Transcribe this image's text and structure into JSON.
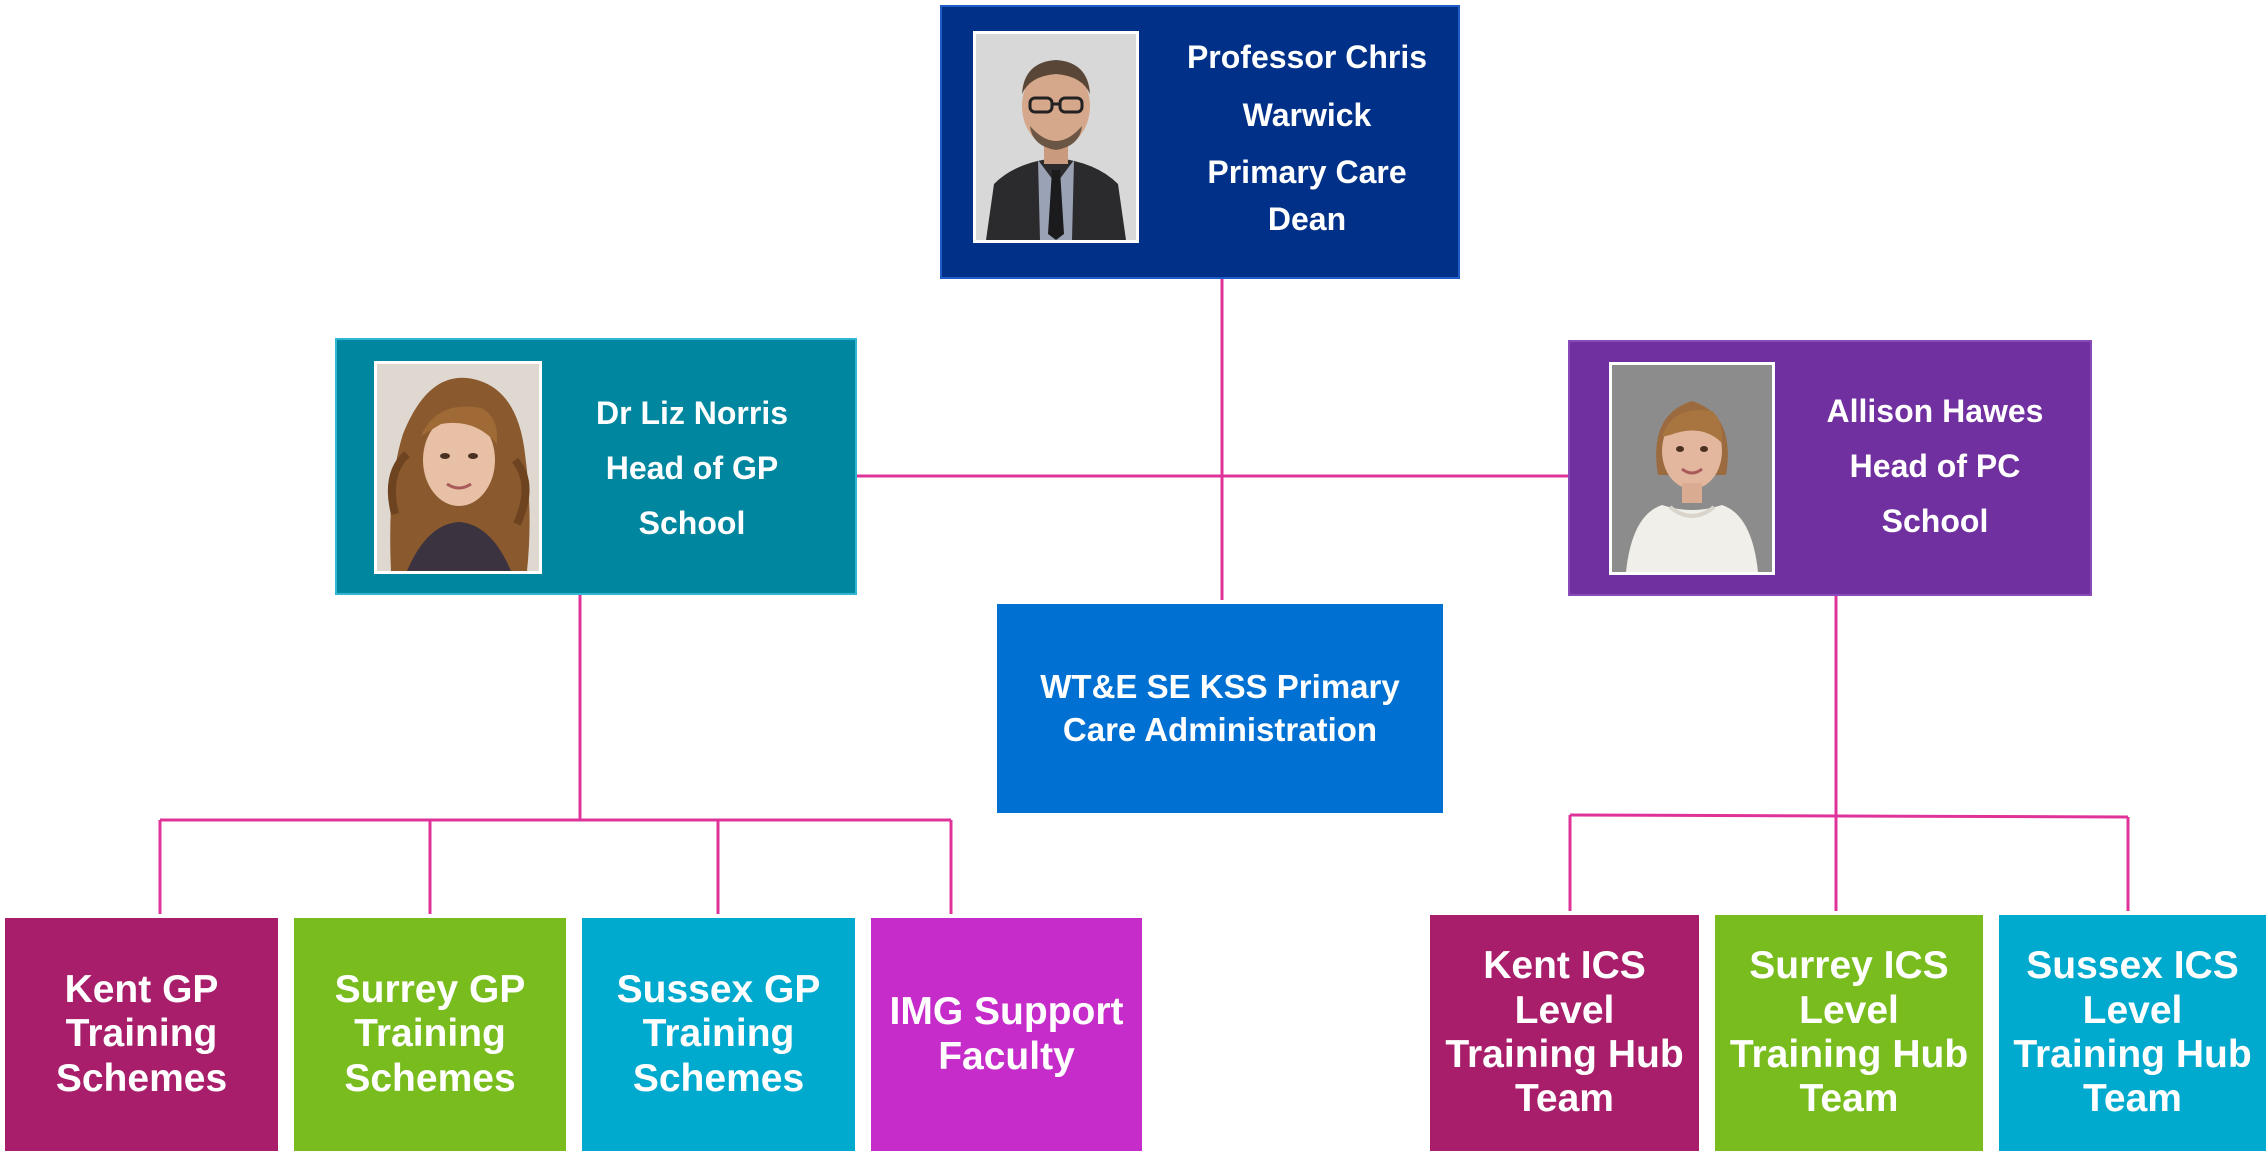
{
  "colors": {
    "connector": "#e0339a",
    "dean": "#003087",
    "gp_school": "#00869e",
    "pc_school": "#7030a0",
    "admin": "#0070d2",
    "kent": "#a81e6a",
    "surrey": "#78bc1e",
    "sussex": "#00a9ce",
    "img": "#c52cca"
  },
  "dean": {
    "line1": "Professor Chris",
    "line2": "Warwick",
    "line3": "Primary Care",
    "line4": "Dean"
  },
  "gp_head": {
    "line1": "Dr Liz Norris",
    "line2": "Head of GP",
    "line3": "School"
  },
  "pc_head": {
    "line1": "Allison Hawes",
    "line2": "Head of PC",
    "line3": "School"
  },
  "admin": {
    "line1": "WT&E SE KSS Primary",
    "line2": "Care Administration"
  },
  "gp_schemes": [
    {
      "line1": "Kent GP",
      "line2": "Training",
      "line3": "Schemes"
    },
    {
      "line1": "Surrey GP",
      "line2": "Training",
      "line3": "Schemes"
    },
    {
      "line1": "Sussex GP",
      "line2": "Training",
      "line3": "Schemes"
    },
    {
      "line1": "IMG Support",
      "line2": "Faculty"
    }
  ],
  "ics_hubs": [
    {
      "line1": "Kent ICS",
      "line2": "Level",
      "line3": "Training Hub",
      "line4": "Team"
    },
    {
      "line1": "Surrey ICS",
      "line2": "Level",
      "line3": "Training Hub",
      "line4": "Team"
    },
    {
      "line1": "Sussex ICS",
      "line2": "Level",
      "line3": "Training Hub",
      "line4": "Team"
    }
  ],
  "icons": {
    "dean_photo": "man-portrait-icon",
    "gp_head_photo": "woman-curly-hair-portrait-icon",
    "pc_head_photo": "woman-portrait-icon"
  }
}
